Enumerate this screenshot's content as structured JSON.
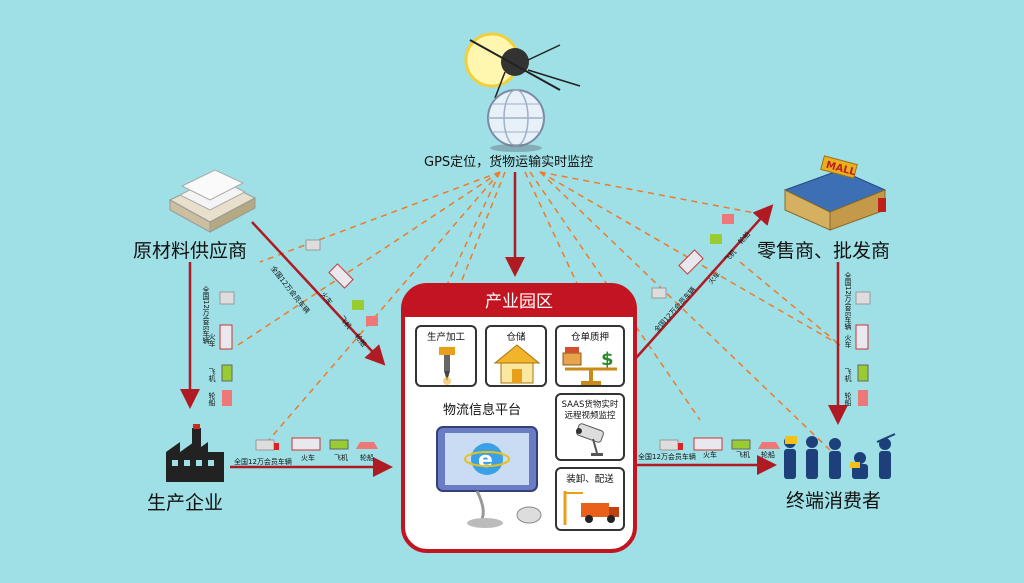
{
  "gps": {
    "label": "GPS定位，货物运输实时监控"
  },
  "nodes": {
    "supplier": "原材料供应商",
    "producer": "生产企业",
    "retailer": "零售商、批发商",
    "consumer": "终端消费者"
  },
  "park": {
    "title": "产业园区",
    "platform": "物流信息平台",
    "cells": {
      "production": "生产加工",
      "storage": "仓储",
      "pledge": "仓单质押",
      "saas_line1": "SAAS货物实时",
      "saas_line2": "远程视频监控",
      "delivery": "装卸、配送"
    }
  },
  "transport": {
    "trucks": "全国12万会员车辆",
    "train": "火车",
    "plane": "飞机",
    "ship": "轮船"
  },
  "colors": {
    "arrow": "#b01a22",
    "dashed": "#ef7a2a",
    "park": "#c21521",
    "background": "#9ee0e6"
  }
}
